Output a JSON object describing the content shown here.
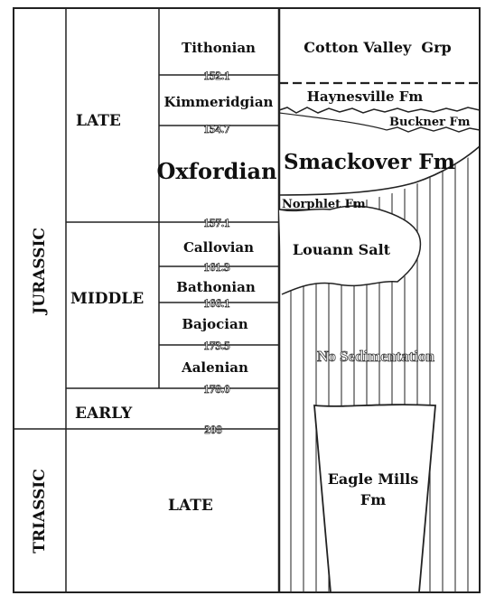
{
  "systems": {
    "jurassic": "JURASSIC",
    "triassic": "TRIASSIC"
  },
  "epochs": {
    "late_jurassic": "LATE",
    "middle_jurassic": "MIDDLE",
    "early_jurassic": "EARLY",
    "late_triassic": "LATE"
  },
  "stages": {
    "tithonian": "Tithonian",
    "kimmeridgian": "Kimmeridgian",
    "oxfordian": "Oxfordian",
    "callovian": "Callovian",
    "bathonian": "Bathonian",
    "bajocian": "Bajocian",
    "aalenian": "Aalenian"
  },
  "ages": {
    "a1": "152.1",
    "a2": "154.7",
    "a3": "157.1",
    "a4": "161.3",
    "a5": "166.1",
    "a6": "173.5",
    "a7": "178.0",
    "a8": "208"
  },
  "formations": {
    "cotton_valley": "Cotton Valley  Grp",
    "haynesville": "Haynesville Fm",
    "buckner": "Buckner Fm",
    "smackover": "Smackover Fm",
    "norphlet": "Norphlet Fm",
    "louann": "Louann Salt",
    "no_sed": "No Sedimentation",
    "eagle_mills_1": "Eagle Mills",
    "eagle_mills_2": "Fm"
  }
}
